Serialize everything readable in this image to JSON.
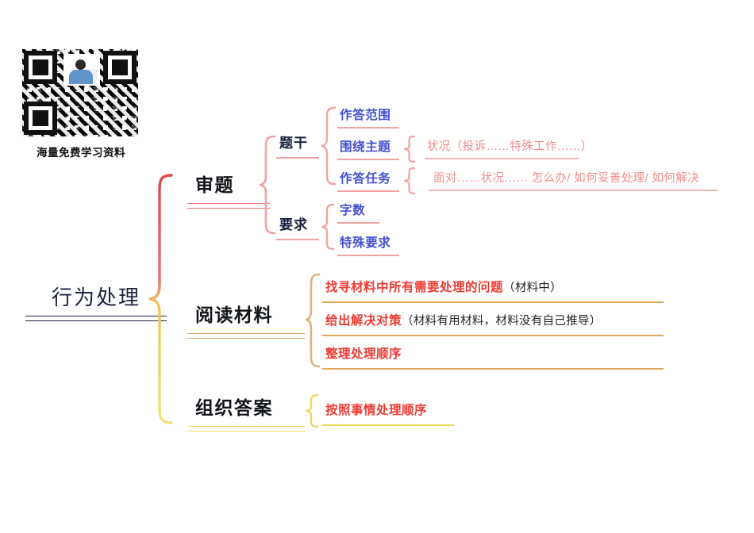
{
  "promo": {
    "qr_alt": "qr-code",
    "caption": "海量免费学习资料"
  },
  "mindmap": {
    "root": {
      "label": "行为处理"
    },
    "branches": [
      {
        "id": "shenti",
        "label": "审题",
        "children": [
          {
            "id": "tigan",
            "label": "题干",
            "children": [
              {
                "label": "作答范围",
                "detail": ""
              },
              {
                "label": "围绕主题",
                "detail": "状况（投诉……特殊工作……）"
              },
              {
                "label": "作答任务",
                "detail": "面对……状况…… 怎么办/ 如何妥善处理/ 如何解决"
              }
            ]
          },
          {
            "id": "yaoqiu",
            "label": "要求",
            "children": [
              {
                "label": "字数",
                "detail": ""
              },
              {
                "label": "特殊要求",
                "detail": ""
              }
            ]
          }
        ]
      },
      {
        "id": "yuedu",
        "label": "阅读材料",
        "items": [
          {
            "main": "找寻材料中所有需要处理的问题",
            "note": "（材料中）"
          },
          {
            "main": "给出解决对策",
            "note": "（材料有用材料，材料没有自己推导）"
          },
          {
            "main": "整理处理顺序",
            "note": ""
          }
        ]
      },
      {
        "id": "zuzhi",
        "label": "组织答案",
        "items": [
          {
            "main": "按照事情处理顺序",
            "note": ""
          }
        ]
      }
    ]
  },
  "colors": {
    "root_text": "#1c2340",
    "level1_text": "#111418",
    "level2_text": "#16203c",
    "blue_node": "#4350cf",
    "pink_node": "#ef8d8d",
    "red_node": "#ef3b33",
    "dark_note": "#222222",
    "brace_red": "#e35b5b",
    "brace_yellow": "#edd85e",
    "brace_pink": "#f0a3a3",
    "brace_tan": "#dcb27a",
    "underline_navy": "#1c2340",
    "underline_tan": "#dda95f",
    "underline_yellow": "#ecd85c",
    "background": "#ffffff"
  }
}
